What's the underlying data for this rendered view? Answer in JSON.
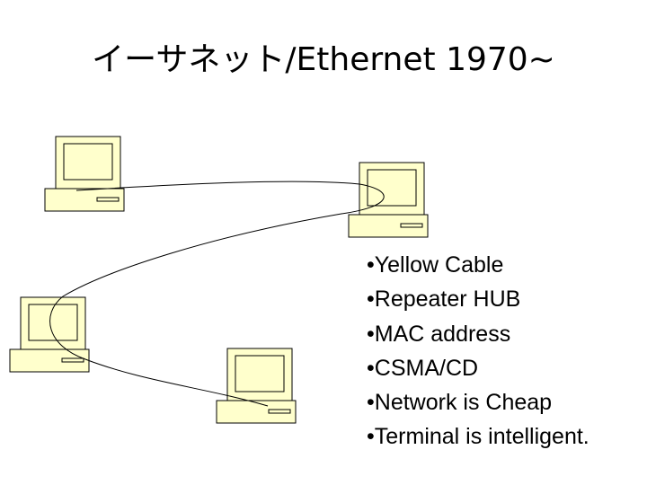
{
  "title": "イーサネット/Ethernet 1970~",
  "bullets": [
    "Yellow Cable",
    "Repeater HUB",
    "MAC address",
    "CSMA/CD",
    "Network is Cheap",
    "Terminal is intelligent."
  ],
  "colors": {
    "computer_fill": "#ffffcc",
    "line": "#000000",
    "background": "#ffffff"
  },
  "icons": [
    "computer-icon",
    "computer-icon",
    "computer-icon",
    "computer-icon"
  ]
}
